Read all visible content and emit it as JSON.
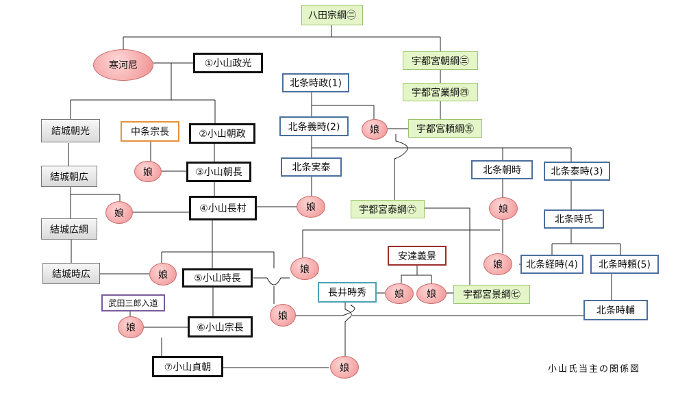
{
  "nodes": {
    "hatta_munetsuna": "八田宗綱㊁",
    "kangani": "寒河尼",
    "oyama_masamitsu": "①小山政光",
    "utsunomiya_tomotsuna": "宇都宮朝綱㊂",
    "utsunomiya_narinatsuna": "宇都宮業綱㊃",
    "utsunomiya_yoritsuna": "宇都宮頼綱㊄",
    "hojo_tokimasa": "北条時政(1)",
    "hojo_yoshitoki": "北条義時(2)",
    "yuki_tomomitsu": "結城朝光",
    "nakajo_munenaga": "中条宗長",
    "oyama_tomomasa": "②小山朝政",
    "oyama_tomonaga": "③小山朝長",
    "hojo_saneyasu": "北条実泰",
    "hojo_tomotoki": "北条朝時",
    "hojo_yasutoki": "北条泰時(3)",
    "yuki_tomohiro": "結城朝広",
    "oyama_nagamura": "④小山長村",
    "utsunomiya_yasutsuna": "宇都宮泰綱㊅",
    "hojo_tokiuji": "北条時氏",
    "yuki_hirotsuna": "結城広綱",
    "adachi_yoshikage": "安達義景",
    "hojo_tsunetoki": "北条経時(4)",
    "hojo_tokiyori": "北条時頼(5)",
    "yuki_tokihiro": "結城時広",
    "oyama_tokinaga": "⑤小山時長",
    "nagai_tokihide": "長井時秀",
    "utsunomiya_kagetsuna": "宇都宮景綱㊆",
    "takeda_saburo": "武田三郎入道",
    "hojo_tokisuke": "北条時輔",
    "oyama_munenaga": "⑥小山宗長",
    "oyama_sadatomo": "⑦小山貞朝"
  },
  "daughter_label": "娘",
  "caption": "小山氏当主の関係図"
}
